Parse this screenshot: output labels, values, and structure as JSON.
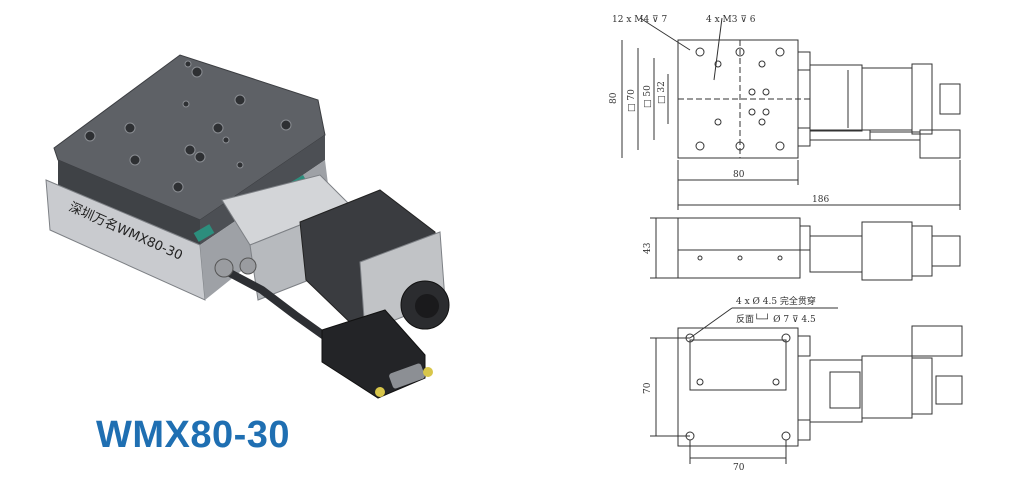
{
  "product": {
    "model": "WMX80-30",
    "side_label": "深圳万名WMX80-30",
    "title_color": "#1f6fb2"
  },
  "drawing": {
    "top_view": {
      "callout_holes_m4": "12 x  M4 ⊽ 7",
      "callout_holes_m3": "4 x  M3 ⊽ 6",
      "dim_80_height": "80",
      "dim_70_square": "□ 70",
      "dim_50_square": "□ 50",
      "dim_32_square": "□ 32",
      "dim_80_width": "80",
      "dim_186_length": "186"
    },
    "side_view": {
      "dim_43_height": "43"
    },
    "bottom_view": {
      "callout_through": "4 x  Ø  4.5 完全贯穿",
      "callout_counterbore": "反面└─┘ Ø  7 ⊽  4.5",
      "dim_70_height": "70",
      "dim_70_width": "70"
    }
  }
}
